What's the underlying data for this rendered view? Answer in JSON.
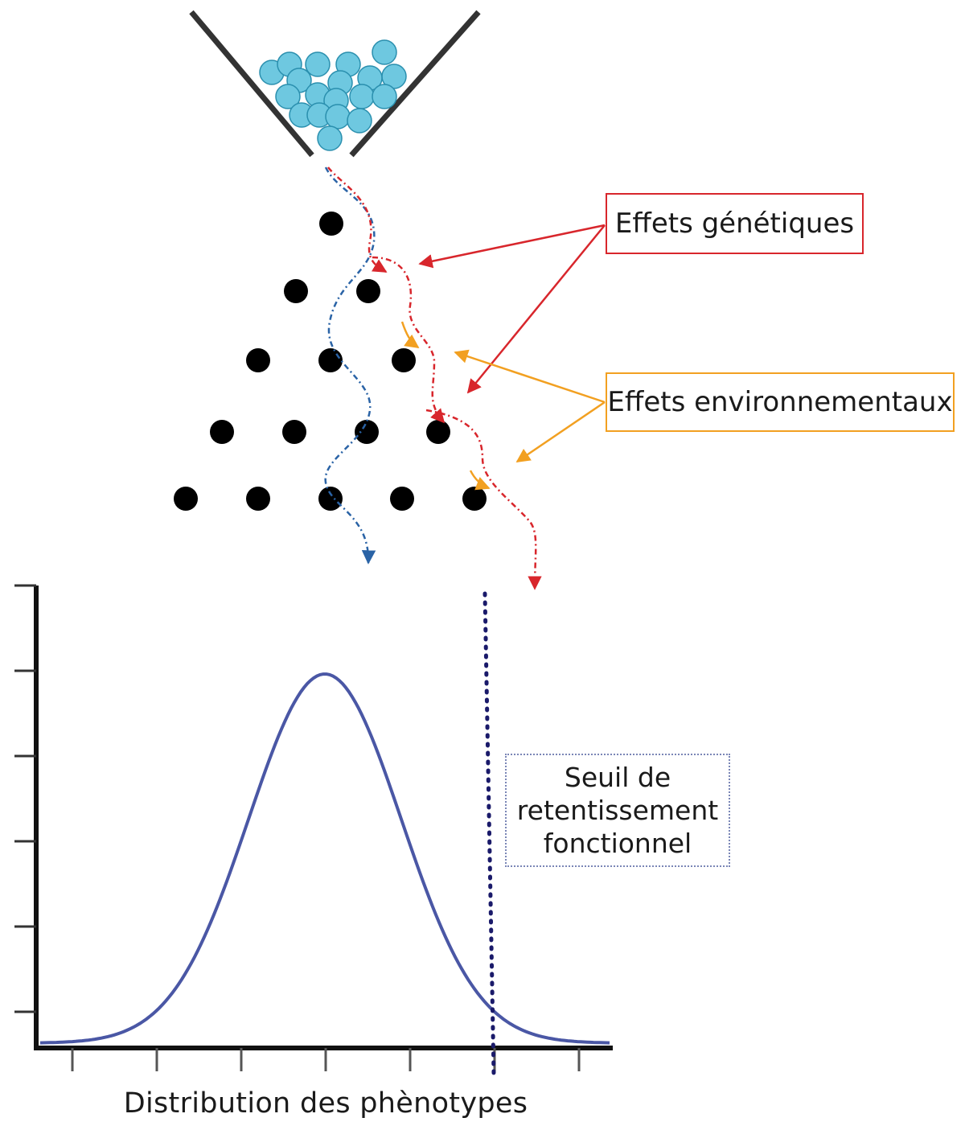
{
  "labels": {
    "genetic": "Effets génétiques",
    "environmental": "Effets environnementaux",
    "threshold": [
      "Seuil de",
      "retentissement",
      "fonctionnel"
    ],
    "x_axis": "Distribution des phènotypes"
  },
  "colors": {
    "bead": "#6ec8e0",
    "peg": "#000000",
    "genetic": "#d8262c",
    "environmental": "#f2a021",
    "blue_path": "#2a63a6",
    "curve": "#4a57a5",
    "threshold": "#1a1a6a",
    "axis": "#111111"
  },
  "icons": {
    "hopper": "funnel-icon",
    "pegs": "galton-peg-icon",
    "beads": "bead-icon"
  },
  "chart_data": {
    "type": "line",
    "description_kind": "normal-distribution",
    "x_ticks": 7,
    "y_ticks": 6,
    "threshold_position": "right-tail"
  }
}
